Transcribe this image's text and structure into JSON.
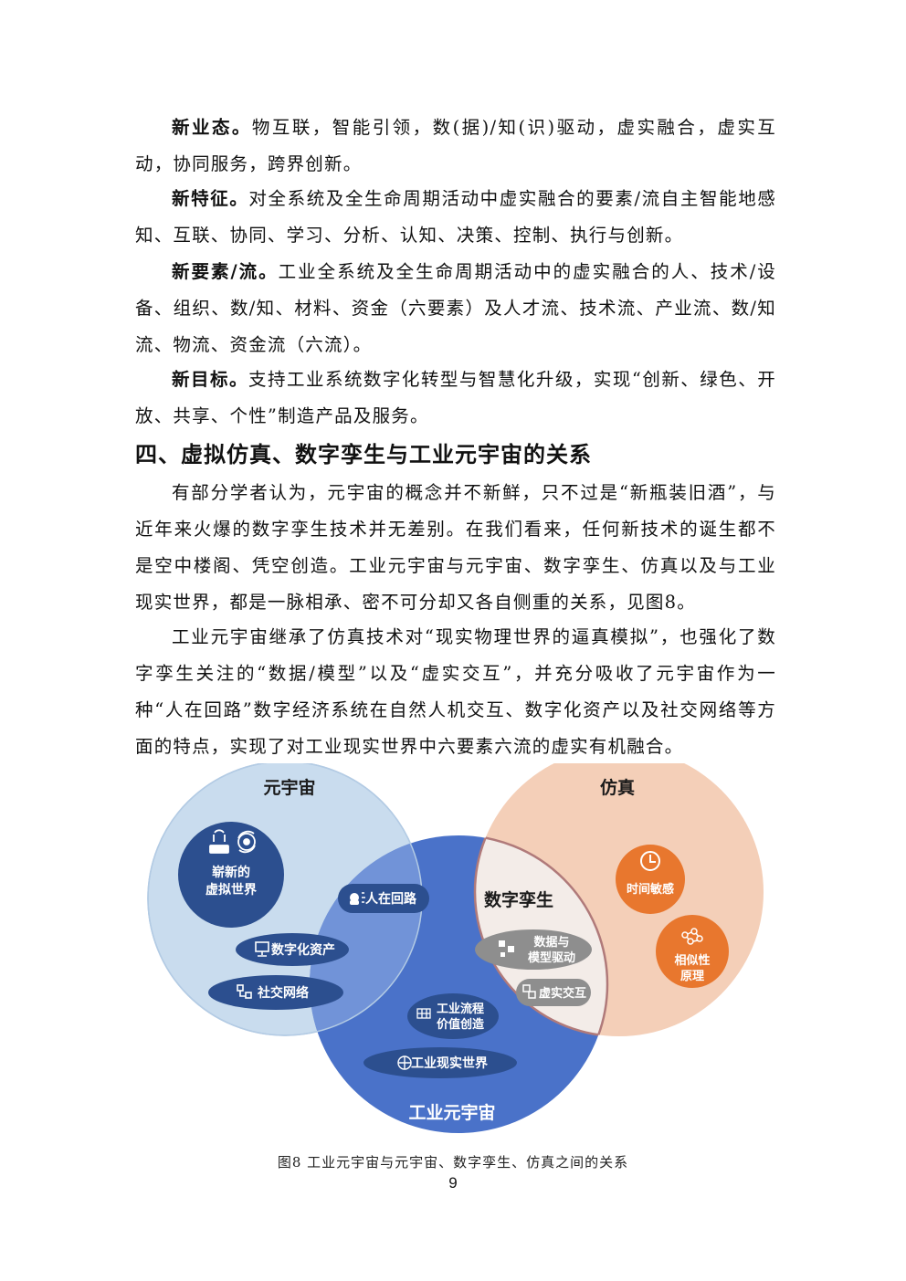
{
  "paragraphs": [
    {
      "lead": "新业态。",
      "text": "物互联，智能引领，数(据)/知(识)驱动，虚实融合，虚实互动，协同服务，跨界创新。"
    },
    {
      "lead": "新特征。",
      "text": "对全系统及全生命周期活动中虚实融合的要素/流自主智能地感知、互联、协同、学习、分析、认知、决策、控制、执行与创新。"
    },
    {
      "lead": "新要素/流。",
      "text": "工业全系统及全生命周期活动中的虚实融合的人、技术/设备、组织、数/知、材料、资金（六要素）及人才流、技术流、产业流、数/知流、物流、资金流（六流）。"
    },
    {
      "lead": "新目标。",
      "text": "支持工业系统数字化转型与智慧化升级，实现“创新、绿色、开放、共享、个性”制造产品及服务。"
    }
  ],
  "section_heading": "四、虚拟仿真、数字孪生与工业元宇宙的关系",
  "body": [
    "有部分学者认为，元宇宙的概念并不新鲜，只不过是“新瓶装旧酒”，与近年来火爆的数字孪生技术并无差别。在我们看来，任何新技术的诞生都不是空中楼阁、凭空创造。工业元宇宙与元宇宙、数字孪生、仿真以及与工业现实世界，都是一脉相承、密不可分却又各自侧重的关系，见图8。",
    "工业元宇宙继承了仿真技术对“现实物理世界的逼真模拟”，也强化了数字孪生关注的“数据/模型”以及“虚实交互”，并充分吸收了元宇宙作为一种“人在回路”数字经济系统在自然人机交互、数字化资产以及社交网络等方面的特点，实现了对工业现实世界中六要素六流的虚实有机融合。"
  ],
  "diagram": {
    "metaverse_label": "元宇宙",
    "simulation_label": "仿真",
    "digital_twin_label": "数字孪生",
    "industrial_label": "工业元宇宙",
    "new_world_line1": "崭新的",
    "new_world_line2": "虚拟世界",
    "human_loop": "人在回路",
    "digital_assets": "数字化资产",
    "social_network": "社交网络",
    "data_model_line1": "数据与",
    "data_model_line2": "模型驱动",
    "virtual_real": "虚实交互",
    "time_sensitive": "时间敏感",
    "similarity_line1": "相似性",
    "similarity_line2": "原理",
    "process_line1": "工业流程",
    "process_line2": "价值创造",
    "real_world": "工业现实世界",
    "colors": {
      "metaverse": "#c9dcee",
      "simulation": "#f4cfb8",
      "industrial": "#4a72c9",
      "twin": "#f3ece8",
      "pill_dark": "#2c4f8f",
      "orange": "#e8772e",
      "grey": "#8e8e8e"
    }
  },
  "caption": "图8  工业元宇宙与元宇宙、数字孪生、仿真之间的关系",
  "page_number": "9"
}
